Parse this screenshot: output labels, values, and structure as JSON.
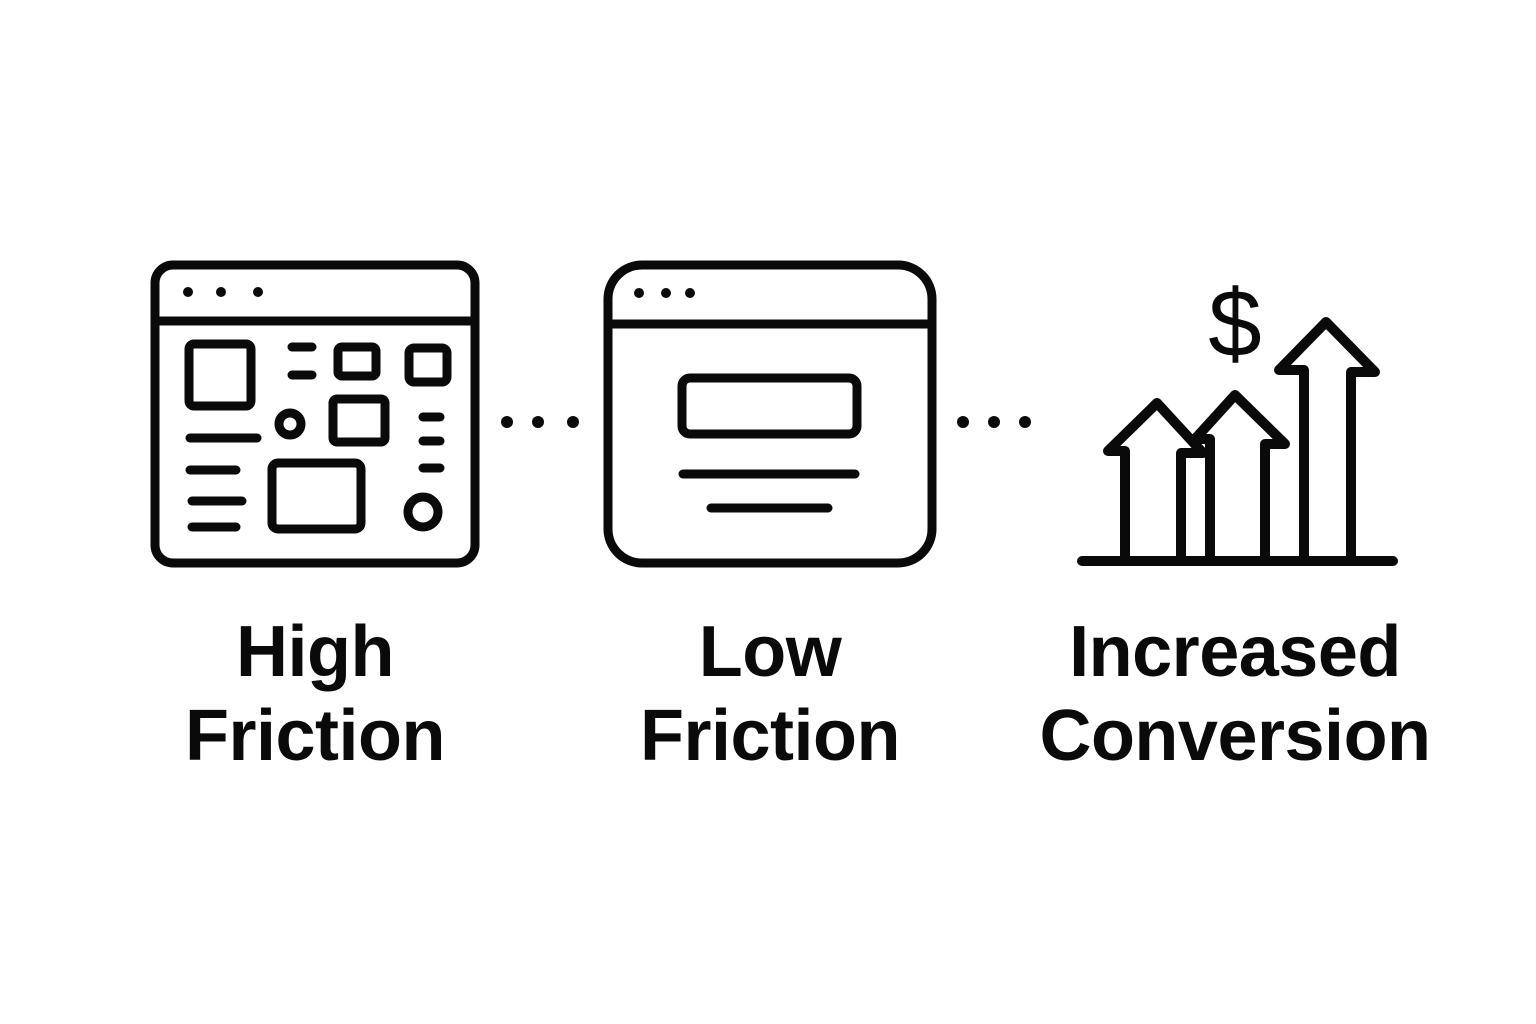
{
  "diagram": {
    "type": "process-flow",
    "direction": "left-to-right",
    "colors": {
      "background": "#ffffff",
      "stroke": "#0a0a0a"
    },
    "stages": [
      {
        "id": "high-friction",
        "icon": "cluttered-browser-window-icon",
        "label_line1": "High",
        "label_line2": "Friction"
      },
      {
        "id": "low-friction",
        "icon": "simple-browser-window-icon",
        "label_line1": "Low",
        "label_line2": "Friction"
      },
      {
        "id": "increased-conversion",
        "icon": "rising-arrows-dollar-icon",
        "label_line1": "Increased",
        "label_line2": "Conversion"
      }
    ],
    "connectors": [
      {
        "from": "high-friction",
        "to": "low-friction",
        "style": "dotted",
        "icon": "ellipsis-connector-icon"
      },
      {
        "from": "low-friction",
        "to": "increased-conversion",
        "style": "dotted",
        "icon": "ellipsis-connector-icon"
      }
    ],
    "symbols": {
      "currency": "$"
    }
  }
}
